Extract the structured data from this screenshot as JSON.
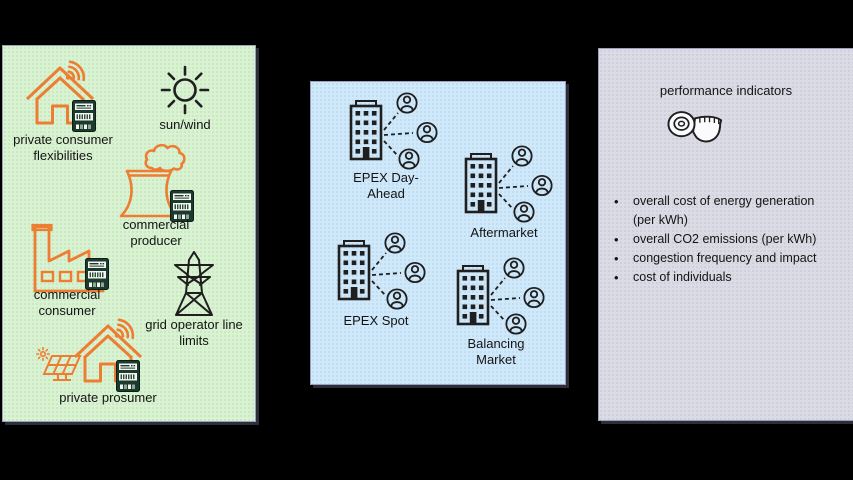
{
  "diagram": {
    "left_panel": {
      "items": [
        {
          "id": "private-consumer",
          "label": "private consumer flexibilities"
        },
        {
          "id": "sun-wind",
          "label": "sun/wind"
        },
        {
          "id": "commercial-producer",
          "label": "commercial producer"
        },
        {
          "id": "commercial-consumer",
          "label": "commercial consumer"
        },
        {
          "id": "grid-operator",
          "label": "grid operator line limits"
        },
        {
          "id": "private-prosumer",
          "label": "private prosumer"
        }
      ]
    },
    "middle_panel": {
      "markets": [
        {
          "label": "EPEX Day-Ahead"
        },
        {
          "label": "Aftermarket"
        },
        {
          "label": "EPEX Spot"
        },
        {
          "label": "Balancing Market"
        }
      ]
    },
    "right_panel": {
      "title": "performance indicators",
      "bullets": [
        "overall cost of energy generation (per kWh)",
        "overall CO2 emissions (per kWh)",
        "congestion frequency and impact",
        "cost of individuals"
      ]
    },
    "colors": {
      "background": "#000000",
      "left_panel_bg": "#d9f2d1",
      "middle_panel_bg": "#cfe9fb",
      "right_panel_bg": "#dadbe4",
      "icon_orange": "#ed7d31",
      "icon_black": "#1f1f1f",
      "meter_dark": "#1c3a2e"
    }
  }
}
